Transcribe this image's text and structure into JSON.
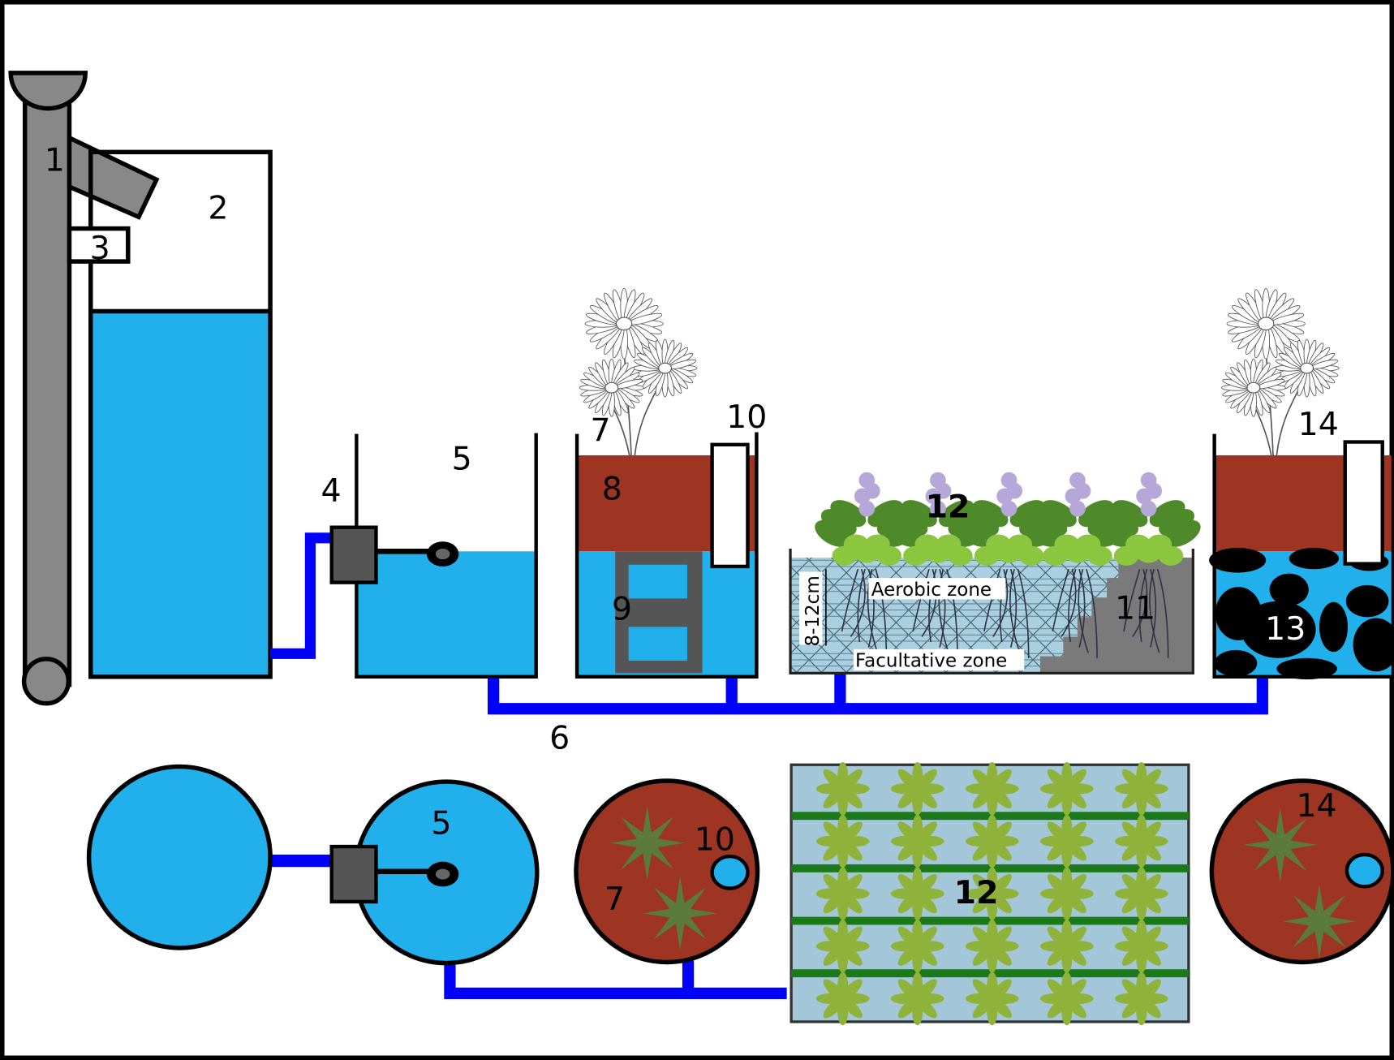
{
  "colors": {
    "water": "#22b0ec",
    "pipe": "#0000ff",
    "soil": "#9e3422",
    "pump": "#555555",
    "gutter": "#888888",
    "gravel_fill": "#7a7a7a",
    "wetland_water": "#a9cfe0",
    "plant_green": "#5a7b3c",
    "plan_stripe": "#1a7a1a"
  },
  "labels": {
    "gutter": "1",
    "storage_tank": "2",
    "overflow_box": "3",
    "pump_side": "4",
    "settling_tank_side": "5",
    "distribution_pipe": "6",
    "planter_side": "7",
    "soil_layer": "8",
    "filter_block": "9",
    "inspection_tube_side": "10",
    "gravel_step": "11",
    "wetland_side": "12",
    "gravel_bed": "13",
    "final_planter_side": "14",
    "settling_tank_top": "5",
    "inspection_tube_top": "10",
    "planter_top": "7",
    "wetland_top": "12",
    "final_planter_top": "14"
  },
  "wetland": {
    "aerobic_zone": "Aerobic zone",
    "facultative_zone": "Facultative zone",
    "depth": "8-12cm"
  }
}
